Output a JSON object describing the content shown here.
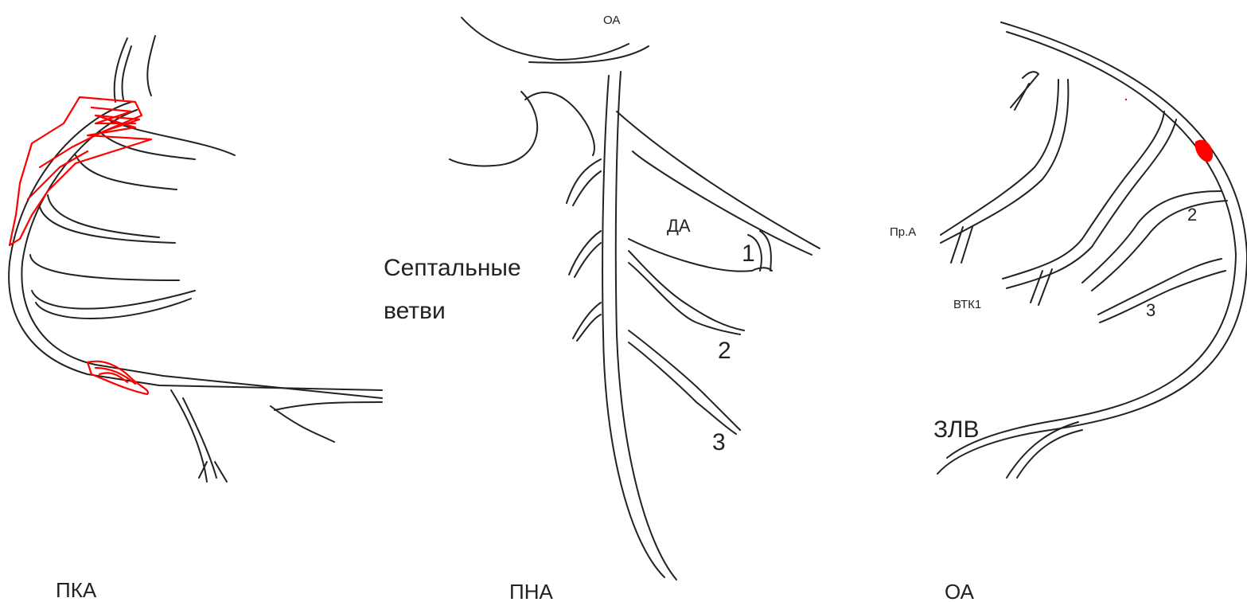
{
  "colors": {
    "vessel": "#222222",
    "lesion": "#ff0000"
  },
  "panels": [
    {
      "id": "rca",
      "title": "ПКА",
      "lesions": 2
    },
    {
      "id": "lad",
      "title": "ПНА",
      "labels": {
        "top": "ОА",
        "diagonal": "ДА",
        "septal_line1": "Септальные",
        "septal_line2": "ветви",
        "branch1": "1",
        "branch2": "2",
        "branch3": "3"
      }
    },
    {
      "id": "lcx",
      "title": "ОА",
      "labels": {
        "atrial": "Пр.А",
        "om1": "ВТК1",
        "branch2": "2",
        "branch3": "3",
        "plv": "ЗЛВ"
      },
      "lesions": 1
    }
  ]
}
